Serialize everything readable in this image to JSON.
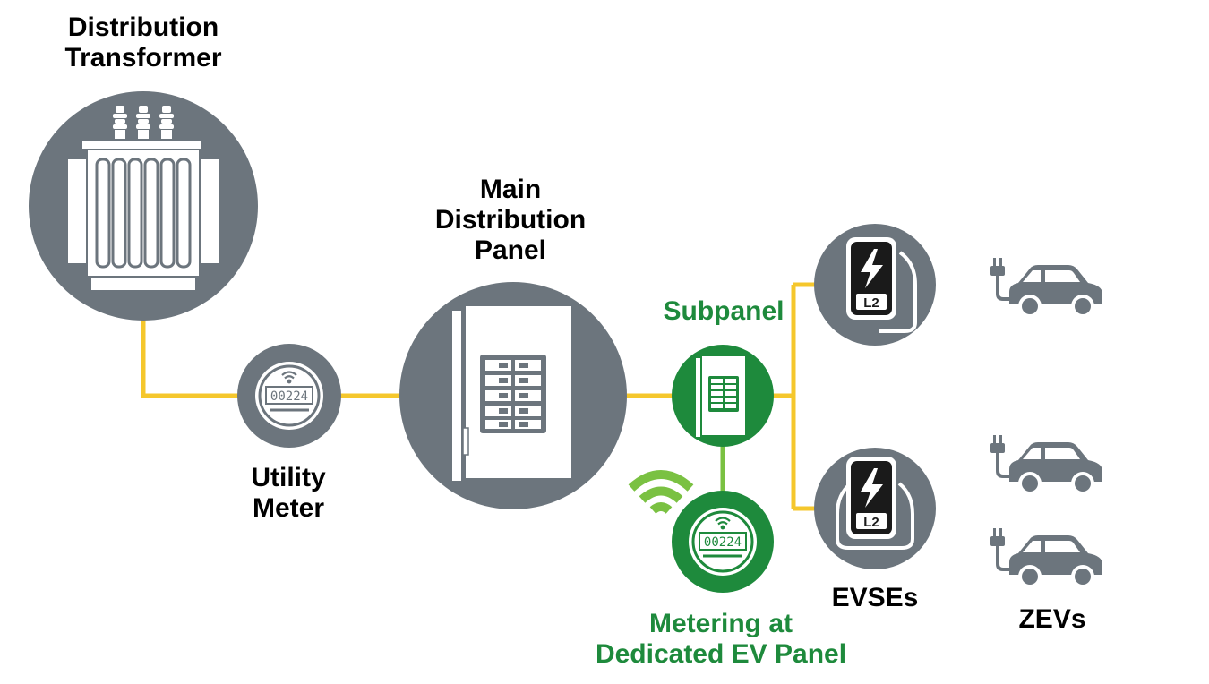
{
  "colors": {
    "wire": "#f5c72c",
    "node_gray": "#6c757d",
    "node_green": "#1e8a3c",
    "wifi_green": "#7ac142",
    "label": "#000000",
    "label_green": "#1e8a3c"
  },
  "labels": {
    "transformer": [
      "Distribution",
      "Transformer"
    ],
    "utility_meter": [
      "Utility",
      "Meter"
    ],
    "main_panel": [
      "Main",
      "Distribution",
      "Panel"
    ],
    "subpanel": "Subpanel",
    "ev_metering": [
      "Metering at",
      "Dedicated EV Panel"
    ],
    "evses": "EVSEs",
    "zevs": "ZEVs"
  },
  "meter_readings": {
    "utility_meter": "00224",
    "ev_meter": "00224"
  },
  "evse_badge": "L2",
  "icons": {
    "transformer": "transformer-icon",
    "utility_meter": "electric-meter-icon",
    "main_panel": "breaker-panel-icon",
    "subpanel": "breaker-panel-icon",
    "ev_meter": "electric-meter-icon",
    "wireless": "wifi-icon",
    "evse": "ev-charger-icon",
    "zev": "electric-car-icon"
  }
}
